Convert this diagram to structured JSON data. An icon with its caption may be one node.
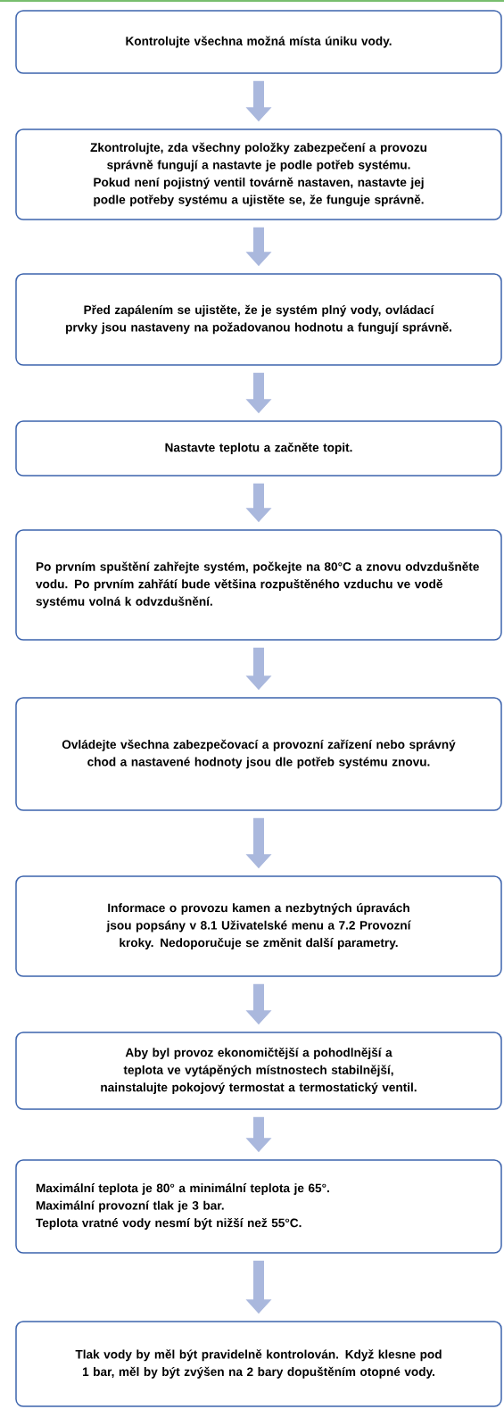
{
  "diagram": {
    "nodes": [
      {
        "text": [
          "Kontrolujte všechna možná místa úniku vody."
        ]
      },
      {
        "text": [
          "Zkontrolujte, zda všechny položky zabezpečení a provozu správně fungují a nastavte je podle potřeb systému. Pokud není pojistný ventil továrně nastaven, nastavte jej podle potřeby systému a ujistěte se, že funguje správně."
        ]
      },
      {
        "text": [
          "Před zapálením se ujistěte, že je systém plný vody, ovládací prvky jsou nastaveny na požadovanou hodnotu a fungují správně."
        ]
      },
      {
        "text": [
          "Nastavte teplotu a začněte topit."
        ]
      },
      {
        "text": [
          "Po prvním spuštění zahřejte systém, počkejte na 80°C a znovu odvzdušněte vodu. Po prvním zahřátí bude většina rozpuštěného vzduchu ve vodě systému volná k odvzdušnění."
        ]
      },
      {
        "text": [
          "Ovládejte všechna zabezpečovací a provozní zařízení nebo správný chod a nastavené hodnoty jsou dle potřeb systému znovu."
        ]
      },
      {
        "text": [
          "Informace o provozu kamen a nezbytných úpravách jsou popsány v 8.1 Uživatelské menu a 7.2 Provozní kroky. Nedoporučuje se změnit další parametry."
        ]
      },
      {
        "text": [
          "Aby byl provoz ekonomičtější a pohodlnější a teplota ve vytápěných místnostech stabilnější, nainstalujte pokojový termostat a termostatický ventil."
        ]
      },
      {
        "text": [
          "Maximální teplota je 80° a minimální teplota je 65°.",
          "Maximální provozní tlak je 3 bar.",
          "Teplota vratné vody nesmí být nižší než 55°C."
        ]
      },
      {
        "text": [
          "Tlak vody by měl být pravidelně kontrolován. Když klesne pod 1 bar, měl by být zvýšen na 2 bary dopuštěním otopné vody."
        ]
      }
    ],
    "edges": [
      {
        "from": 0,
        "to": 1,
        "arrow": "to"
      },
      {
        "from": 1,
        "to": 2,
        "arrow": "to"
      },
      {
        "from": 2,
        "to": 3,
        "arrow": "to"
      },
      {
        "from": 3,
        "to": 4,
        "arrow": "to"
      },
      {
        "from": 4,
        "to": 5,
        "arrow": "to"
      },
      {
        "from": 5,
        "to": 6,
        "arrow": "to"
      },
      {
        "from": 6,
        "to": 7,
        "arrow": "to"
      },
      {
        "from": 7,
        "to": 8,
        "arrow": "to"
      },
      {
        "from": 8,
        "to": 9,
        "arrow": "to"
      }
    ]
  }
}
